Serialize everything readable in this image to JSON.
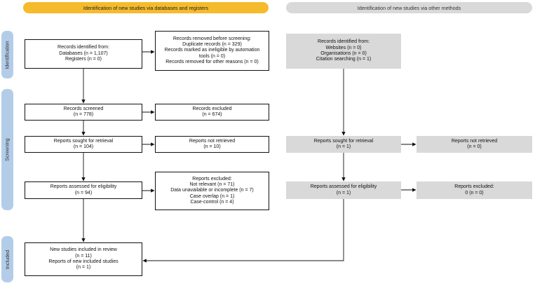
{
  "banners": {
    "left": "Identification of new studies via databases and registers",
    "right": "Identification of new studies via other methods"
  },
  "phases": {
    "identification": "Identification",
    "screening": "Screening",
    "included": "Included"
  },
  "db": {
    "identified": [
      "Records identified from:",
      "Databases (n = 1,107)",
      "Registers (n = 0)"
    ],
    "removed": [
      "Records removed before screening:",
      "Duplicate records (n = 329)",
      "Records marked as ineligible by automation",
      "tools (n = 0)",
      "Records removed for other reasons (n = 0)"
    ],
    "screened": [
      "Records screened",
      "(n = 778)"
    ],
    "excluded": [
      "Records excluded",
      "(n = 674)"
    ],
    "sought": [
      "Reports sought for retrieval",
      "(n = 104)"
    ],
    "not_retrieved": [
      "Reports not retrieved",
      "(n = 10)"
    ],
    "assessed": [
      "Reports assessed for eligibility",
      "(n = 94)"
    ],
    "reports_excluded": [
      "Reports excluded:",
      "Not relevant (n = 71)",
      "Data unavailable or incomplete (n = 7)",
      "Case overlap (n = 1)",
      "Case-control (n = 4)"
    ],
    "included": [
      "New studies included in review",
      "(n = 11)",
      "Reports of new included studies",
      "(n = 1)"
    ]
  },
  "other": {
    "identified": [
      "Records identified from:",
      "Websites (n = 0)",
      "Organisations (n = 0)",
      "Citation searching (n = 1)"
    ],
    "sought": [
      "Reports sought for retrieval",
      "(n = 1)"
    ],
    "not_retrieved": [
      "Reports not retrieved",
      "(n = 0)"
    ],
    "assessed": [
      "Reports assessed for eligibility",
      "(n = 1)"
    ],
    "reports_excluded": [
      "Reports excluded:",
      "0 (n = 0)"
    ]
  },
  "colors": {
    "banner_left": "#f6bb2c",
    "banner_right": "#d9d9d9",
    "phase_label": "#b3cde9",
    "other_box": "#d9d9d9"
  }
}
